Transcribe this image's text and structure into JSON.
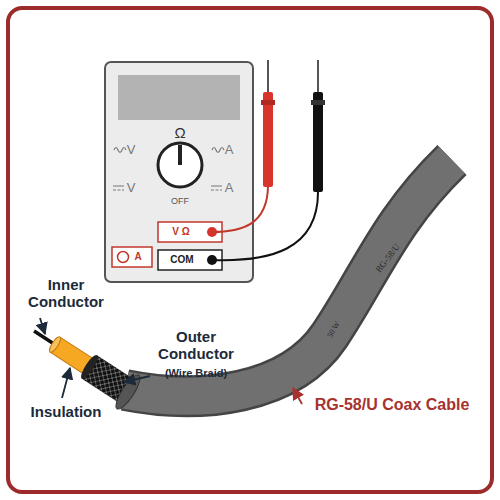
{
  "diagram": {
    "labels": [
      "Ω",
      "V",
      "A",
      "V",
      "A",
      "OFF",
      "V Ω",
      "A",
      "COM",
      "Inner Conductor",
      "Outer Conductor",
      "(Wire Braid)",
      "Insulation",
      "RG-58/U",
      "50 W",
      "RG-58/U Coax Cable"
    ]
  }
}
